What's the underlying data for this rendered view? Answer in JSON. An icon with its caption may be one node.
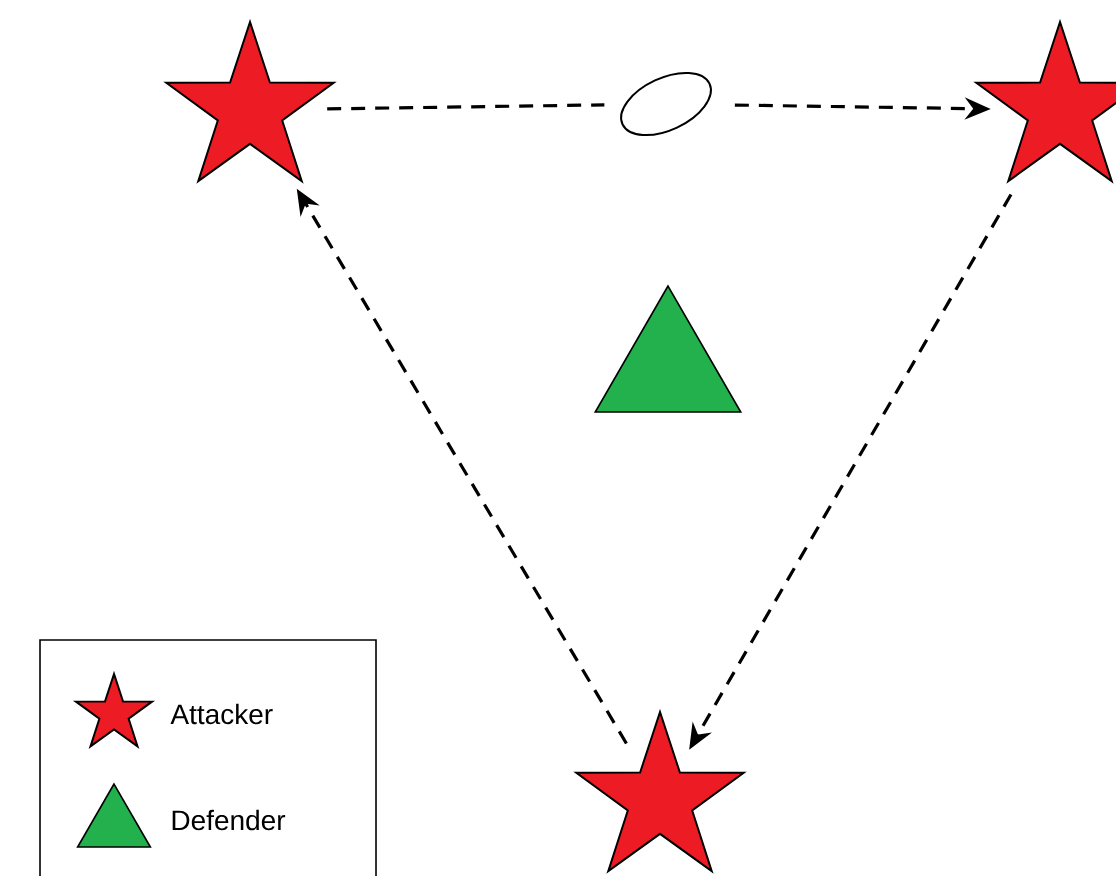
{
  "diagram": {
    "nodes": [
      {
        "text": [],
        "shape": "star"
      },
      {
        "text": [],
        "shape": "ellipse"
      },
      {
        "text": [],
        "shape": "star"
      },
      {
        "text": [],
        "shape": "star"
      },
      {
        "text": [],
        "shape": "triangle"
      }
    ],
    "edges": [
      {
        "from": 0,
        "to": 1,
        "arrow": "none",
        "style": "dashed"
      },
      {
        "from": 1,
        "to": 2,
        "arrow": "to",
        "style": "dashed"
      },
      {
        "from": 2,
        "to": 3,
        "arrow": "to",
        "style": "dashed"
      },
      {
        "from": 3,
        "to": 0,
        "arrow": "to",
        "style": "dashed"
      }
    ],
    "legend": [
      {
        "text": "Attacker"
      },
      {
        "text": "Defender"
      }
    ]
  }
}
